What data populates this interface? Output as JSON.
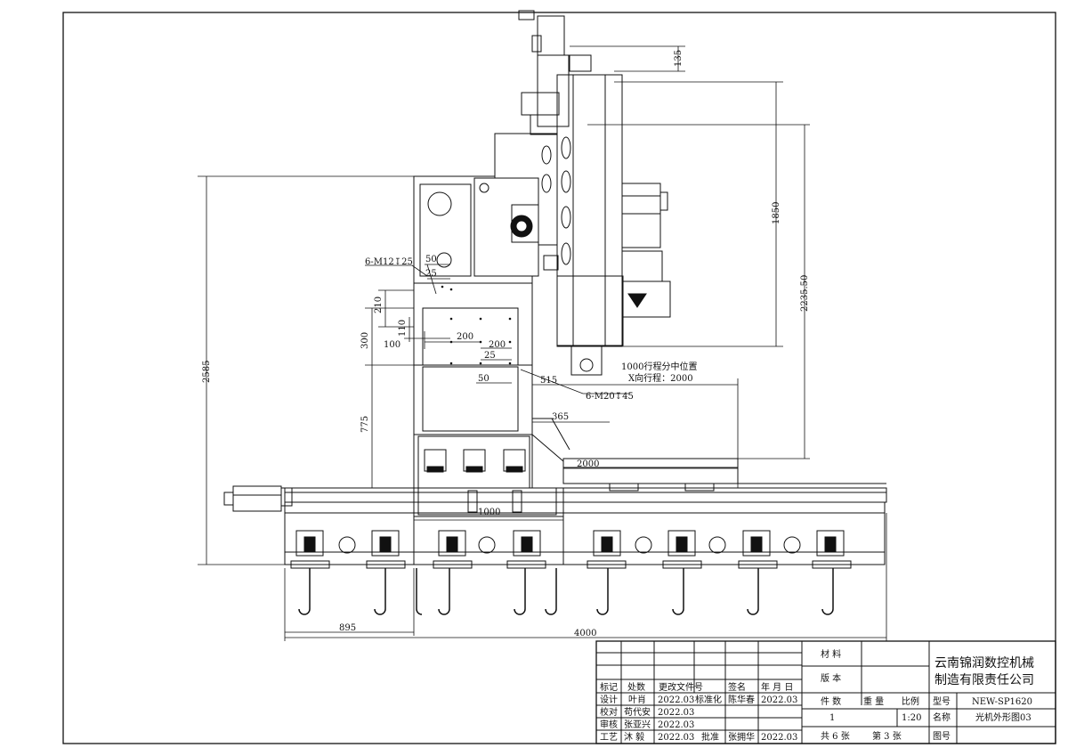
{
  "drawing": {
    "dimensions": {
      "d135": "135",
      "d1850": "1850",
      "d2235": "2235.50",
      "d2585": "2585",
      "d210": "210",
      "d300": "300",
      "d775": "775",
      "d110": "110",
      "d100": "100",
      "d200a": "200",
      "d200b": "200",
      "d25a": "25",
      "d25b": "25",
      "d50a": "50",
      "d50b": "50",
      "d515": "515",
      "d365": "365",
      "d2000": "2000",
      "d1000": "1000",
      "d895": "895",
      "d4000": "4000"
    },
    "notes": {
      "holes_top": "6-M12↧25",
      "holes_bottom": "6-M20↧45",
      "travel_mid": "1000行程分中位置",
      "x_travel": "X向行程：2000"
    }
  },
  "title_block": {
    "company_line1": "云南锦润数控机械",
    "company_line2": "制造有限责任公司",
    "material_label": "材 料",
    "version_label": "版 本",
    "header": {
      "mark": "标记",
      "count": "处数",
      "change_doc": "更改文件号",
      "sign": "签名",
      "date": "年 月 日"
    },
    "rows": {
      "design_label": "设计",
      "design_name": "叶肖",
      "design_date": "2022.03",
      "std_label": "标准化",
      "std_name": "陈华春",
      "std_date": "2022.03",
      "check_label": "校对",
      "check_name": "苟代安",
      "check_date": "2022.03",
      "review_label": "审核",
      "review_name": "张亚兴",
      "review_date": "2022.03",
      "process_label": "工艺",
      "process_name": "沐  毅",
      "process_date": "2022.03",
      "approve_label": "批准",
      "approve_name": "张拥华",
      "approve_date": "2022.03"
    },
    "qty_label": "件 数",
    "weight_label": "重 量",
    "scale_label": "比例",
    "qty_value": "1",
    "scale_value": "1:20",
    "model_label": "型号",
    "model_value": "NEW-SP1620",
    "name_label": "名称",
    "name_value": "光机外形图03",
    "drawing_no_label": "图号",
    "total_sheets": "共 6 张",
    "sheet_no": "第 3 张"
  }
}
